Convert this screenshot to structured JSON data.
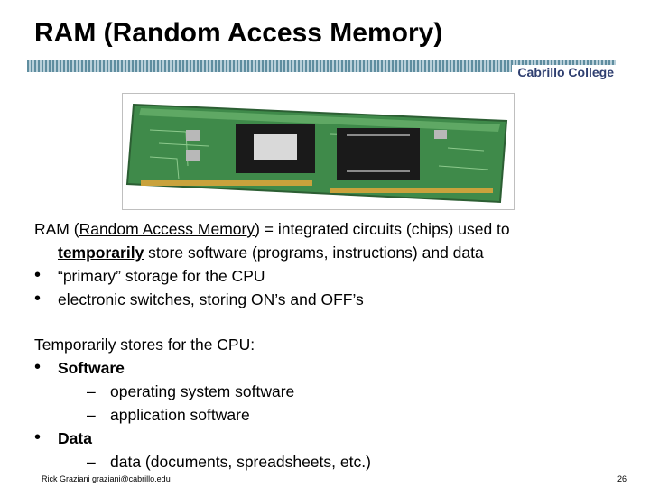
{
  "slide": {
    "title": "RAM (Random Access Memory)",
    "brand": "Cabrillo College"
  },
  "intro": {
    "l1_prefix": "RAM (",
    "l1_underlined": "Random Access Memory",
    "l1_suffix": ") = integrated circuits (chips) used to",
    "l2_bold": "temporarily",
    "l2_rest": " store software (programs, instructions) and data",
    "bullet_1": "“primary” storage for the CPU",
    "bullet_2": "electronic switches, storing ON’s and OFF’s"
  },
  "second": {
    "heading": "Temporarily stores for the CPU:",
    "software_label": "Software",
    "software_items": [
      "operating system software",
      "application software"
    ],
    "data_label": "Data",
    "data_items": [
      "data (documents, spreadsheets, etc.)"
    ]
  },
  "glyphs": {
    "bullet": "•",
    "dash": "–"
  },
  "footer": {
    "author": "Rick Graziani  graziani@cabrillo.edu",
    "page": "26"
  },
  "colors": {
    "header_bar": "#5f8d9f",
    "brand": "#2f3f70",
    "pcb_green": "#3f8a4a"
  }
}
